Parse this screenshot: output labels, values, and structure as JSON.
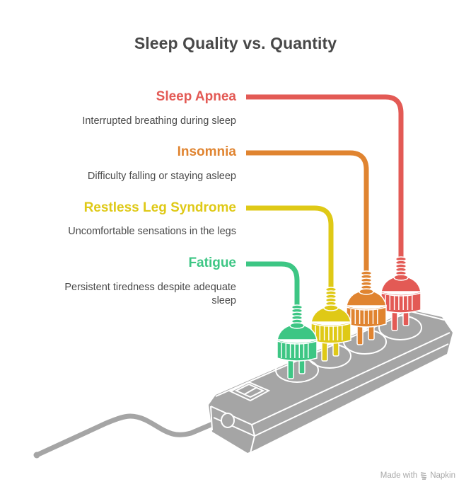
{
  "title": "Sleep Quality vs. Quantity",
  "items": [
    {
      "label": "Sleep Apnea",
      "description": "Interrupted breathing during sleep",
      "color": "#e35a55"
    },
    {
      "label": "Insomnia",
      "description": "Difficulty falling or staying asleep",
      "color": "#e08430"
    },
    {
      "label": "Restless Leg Syndrome",
      "description": "Uncomfortable sensations in the legs",
      "color": "#dfc916"
    },
    {
      "label": "Fatigue",
      "description": "Persistent tiredness despite adequate sleep",
      "color": "#3dc684"
    }
  ],
  "illustration": {
    "body_color": "#a5a5a5",
    "outline_color": "#ffffff"
  },
  "footer": {
    "made_with": "Made with",
    "brand": "Napkin",
    "brand_icon": "napkin-logo-icon"
  }
}
